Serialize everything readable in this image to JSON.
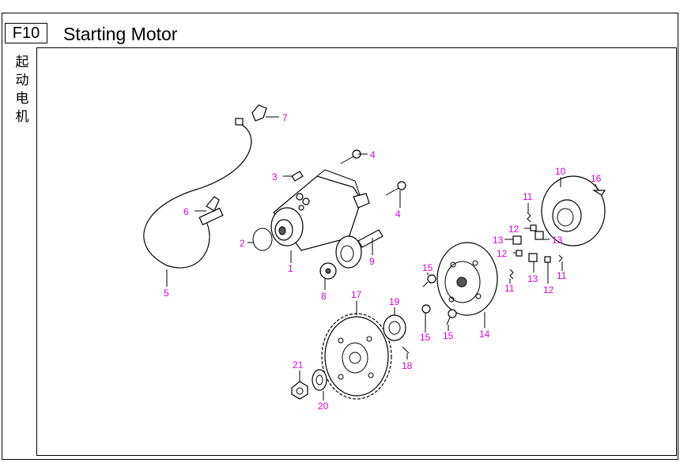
{
  "header": {
    "code": "F10",
    "title": "Starting Motor",
    "cn_title": [
      "起",
      "动",
      "电",
      "机"
    ]
  },
  "callouts": [
    "7",
    "4",
    "3",
    "6",
    "4",
    "2",
    "1",
    "9",
    "8",
    "5",
    "10",
    "16",
    "11",
    "12",
    "13",
    "13",
    "12",
    "11",
    "13",
    "12",
    "11",
    "15",
    "14",
    "17",
    "19",
    "15",
    "15",
    "18",
    "21",
    "20"
  ],
  "colors": {
    "callout": "#e000e0",
    "line": "#000000"
  }
}
